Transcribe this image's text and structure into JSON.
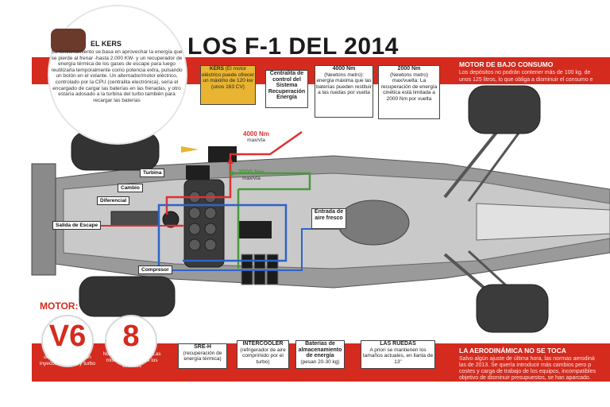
{
  "title": "LOS F-1 DEL 2014",
  "colors": {
    "accent_red": "#d42b1e",
    "kers_yellow": "#e8b431",
    "flow_red": "#e03030",
    "flow_green": "#4a9a3a",
    "flow_blue": "#2f63c8"
  },
  "kers_panel": {
    "title": "EL KERS",
    "text": "Su funcionamiento se basa en aprovechar la energía que se pierde al frenar -hasta 2.000 KW- y un recuperador de energía térmica de los gases de escape para luego reutilizarla temporalmente como potencia extra, pulsando un botón en el volante. Un alternador/motor eléctrico, controlado por la CPU (centralita electrónica), sería el encargado de cargar las baterías en las frenadas, y otro estaría adosado a la turbina del turbo también para recargar las baterías"
  },
  "top_band": {
    "heading": "MOTOR DE BAJO CONSUMO",
    "line1": "Los depósitos no podrán contener más de 100 kg. de",
    "line2": "unos 125 litros, lo que obliga a disminuir el consumo e"
  },
  "bottom_band": {
    "heading": "LA AERODINÁMICA NO SE TOCA",
    "line1": "Salvo algún ajuste de última hora, las normas aerodiná",
    "line2": "las de 2013. Se quería introducir más cambios pero p",
    "line3": "costes y carga de trabajo de los equipos, incompatibles",
    "line4": "objetivo de disminuir presupuestos, se han aparcado."
  },
  "callouts": {
    "kers": {
      "title": "KERS",
      "text": "(El motor eléctrico puede ofrecer un máximo de 120 kw (unos 163 CV)"
    },
    "centralita": {
      "title": "Centralita de control del Sistema Recuperación Energía"
    },
    "nm4000": {
      "title": "4000 Nm",
      "text": "(Newtons metro): energía máxima que las baterías pueden restituir a las ruedas por vuelta"
    },
    "nm2000": {
      "title": "2000 Nm",
      "text": "(Newtons metro) max/vuelta: La recuperación de energía cinética está limitada a 2000 Nm por vuelta"
    },
    "sreh": {
      "title": "SRE-H",
      "text": "(recuperación de energía térmica)"
    },
    "intercooler": {
      "title": "INTERCOOLER",
      "text": "(refrigerador de aire comprimido por el turbo)"
    },
    "baterias": {
      "title": "Baterías de almacenamiento de energía",
      "text": "(pesan 20-30 kg)"
    },
    "ruedas": {
      "title": "LAS RUEDAS",
      "text": "A priori se mantienen los tamaños actuales, en llanta de 13\""
    },
    "entrada": {
      "title": "Entrada de aire fresco"
    }
  },
  "part_labels": {
    "turbina": "Turbina",
    "cambio": "Cambio",
    "diferencial": "Diferencial",
    "salida": "Salida de Escape",
    "compresor": "Compresor"
  },
  "flow_labels": {
    "red_value": "4000 Nm",
    "red_unit": "max/vta",
    "green_value": "2000 Nm",
    "green_unit": "max/vta"
  },
  "motor": {
    "label": "MOTOR:",
    "v6": "V6",
    "v6_text": "de sólo 1.600 cc con inyección directa y turbo",
    "gears": "8",
    "gears_text": "Número de marchas. Las mismas para todos los circuitos"
  }
}
